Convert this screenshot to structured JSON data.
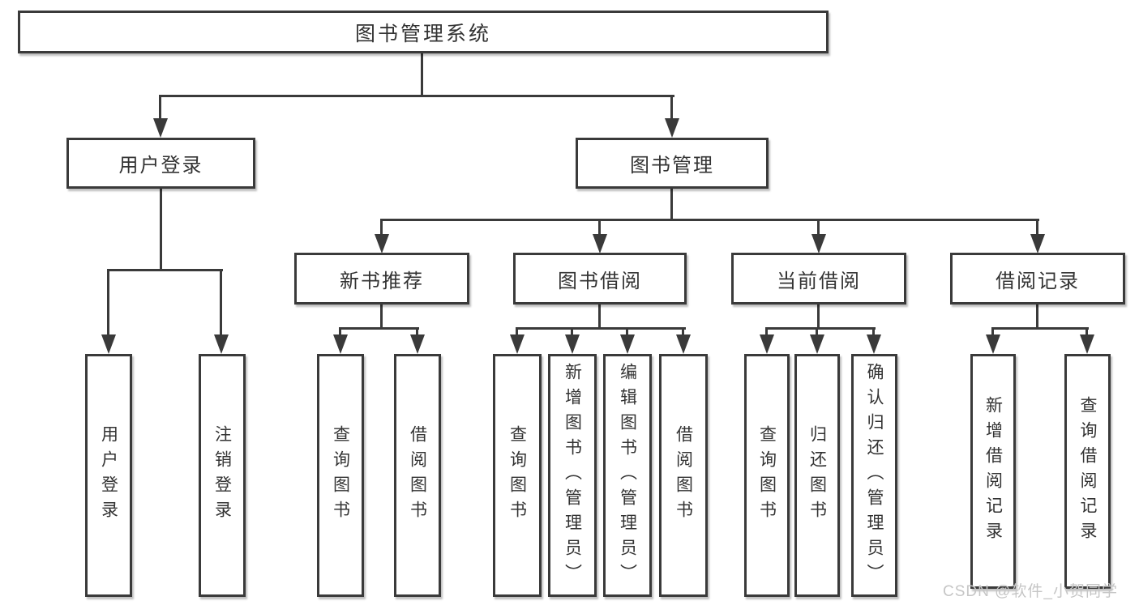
{
  "diagram": {
    "root": {
      "label": "图书管理系统"
    },
    "level2": [
      {
        "label": "用户登录"
      },
      {
        "label": "图书管理"
      }
    ],
    "level3": [
      {
        "label": "新书推荐"
      },
      {
        "label": "图书借阅"
      },
      {
        "label": "当前借阅"
      },
      {
        "label": "借阅记录"
      }
    ],
    "leaves": [
      {
        "label": "用户登录"
      },
      {
        "label": "注销登录"
      },
      {
        "label": "查询图书"
      },
      {
        "label": "借阅图书"
      },
      {
        "label": "查询图书"
      },
      {
        "label": "新增图书（管理员）"
      },
      {
        "label": "编辑图书（管理员）"
      },
      {
        "label": "借阅图书"
      },
      {
        "label": "查询图书"
      },
      {
        "label": "归还图书"
      },
      {
        "label": "确认归还（管理员）"
      },
      {
        "label": "新增借阅记录"
      },
      {
        "label": "查询借阅记录"
      }
    ]
  },
  "watermark": {
    "text": "CSDN @软件_小贺同学"
  },
  "colors": {
    "line": "#3a3a3a",
    "text": "#333333",
    "background": "#ffffff",
    "watermark": "#c6c6c6"
  }
}
